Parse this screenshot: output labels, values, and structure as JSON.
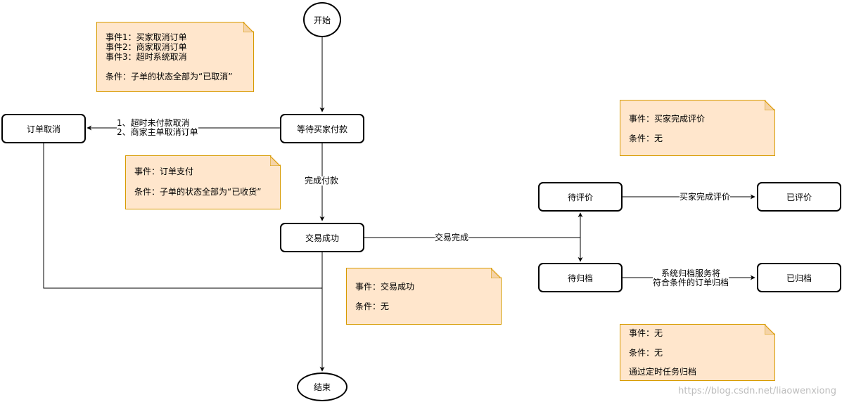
{
  "nodes": {
    "start": "开始",
    "await_payment": "等待买家付款",
    "order_cancel": "订单取消",
    "trade_success": "交易成功",
    "end": "结束",
    "pending_review": "待评价",
    "reviewed": "已评价",
    "pending_archive": "待归档",
    "archived": "已归档"
  },
  "edges": {
    "cancel_reason_1": "1、超时未付款取消",
    "cancel_reason_2": "2、商家主单取消订单",
    "complete_payment": "完成付款",
    "trade_complete": "交易完成",
    "buyer_review": "买家完成评价",
    "archive_line_1": "系统归档服务将",
    "archive_line_2": "符合条件的订单归档"
  },
  "notes": {
    "cancel": {
      "event1": "事件1：买家取消订单",
      "event2": "事件2：商家取消订单",
      "event3": "事件3：超时系统取消",
      "condition": "条件：子单的状态全部为“已取消”"
    },
    "payment": {
      "event": "事件：订单支付",
      "condition": "条件：子单的状态全部为“已收货”"
    },
    "success": {
      "event": "事件：交易成功",
      "condition": "条件：无"
    },
    "review": {
      "event": "事件：买家完成评价",
      "condition": "条件：无"
    },
    "archive": {
      "event": "事件：无",
      "condition": "条件：无",
      "extra": "通过定时任务归档"
    }
  },
  "watermark": "https://blog.csdn.net/liaowenxiong",
  "colors": {
    "note_fill": "#ffe6cc",
    "note_border": "#d79b00",
    "stroke": "#000000"
  }
}
